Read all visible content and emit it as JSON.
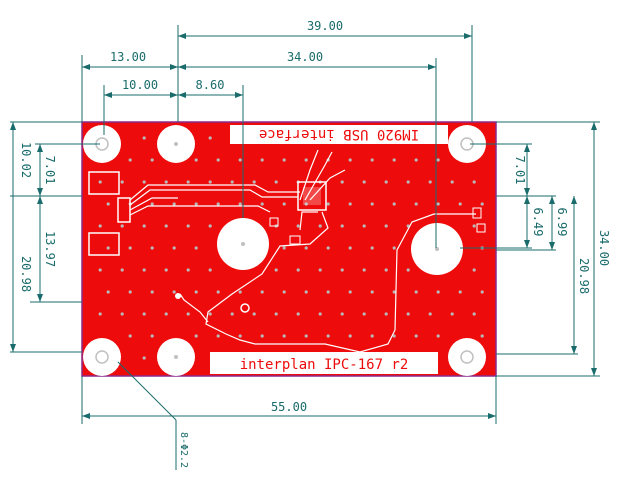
{
  "colors": {
    "board": "#ee0b0b",
    "outline": "#8b2a8b",
    "dimension": "#1a6b6b",
    "silkscreen": "#ffffff",
    "copper_dots": "#b8b8b8"
  },
  "board": {
    "top_label": "IM920 USB interface",
    "bottom_label": "interplan IPC-167 r2"
  },
  "dimensions": {
    "top_width": "39.00",
    "top_mid": "34.00",
    "top_left_long": "13.00",
    "top_left_short": "10.00",
    "top_mid_short": "8.60",
    "bottom_width": "55.00",
    "left_outer": "10.02",
    "left_inner_top": "7.01",
    "left_inner_mid": "13.97",
    "left_lower": "20.98",
    "right_inner_top": "7.01",
    "right_small_a": "6.49",
    "right_small_b": "6.99",
    "right_lower": "20.98",
    "right_height": "34.00",
    "hole_note": "8-Φ2.2"
  }
}
